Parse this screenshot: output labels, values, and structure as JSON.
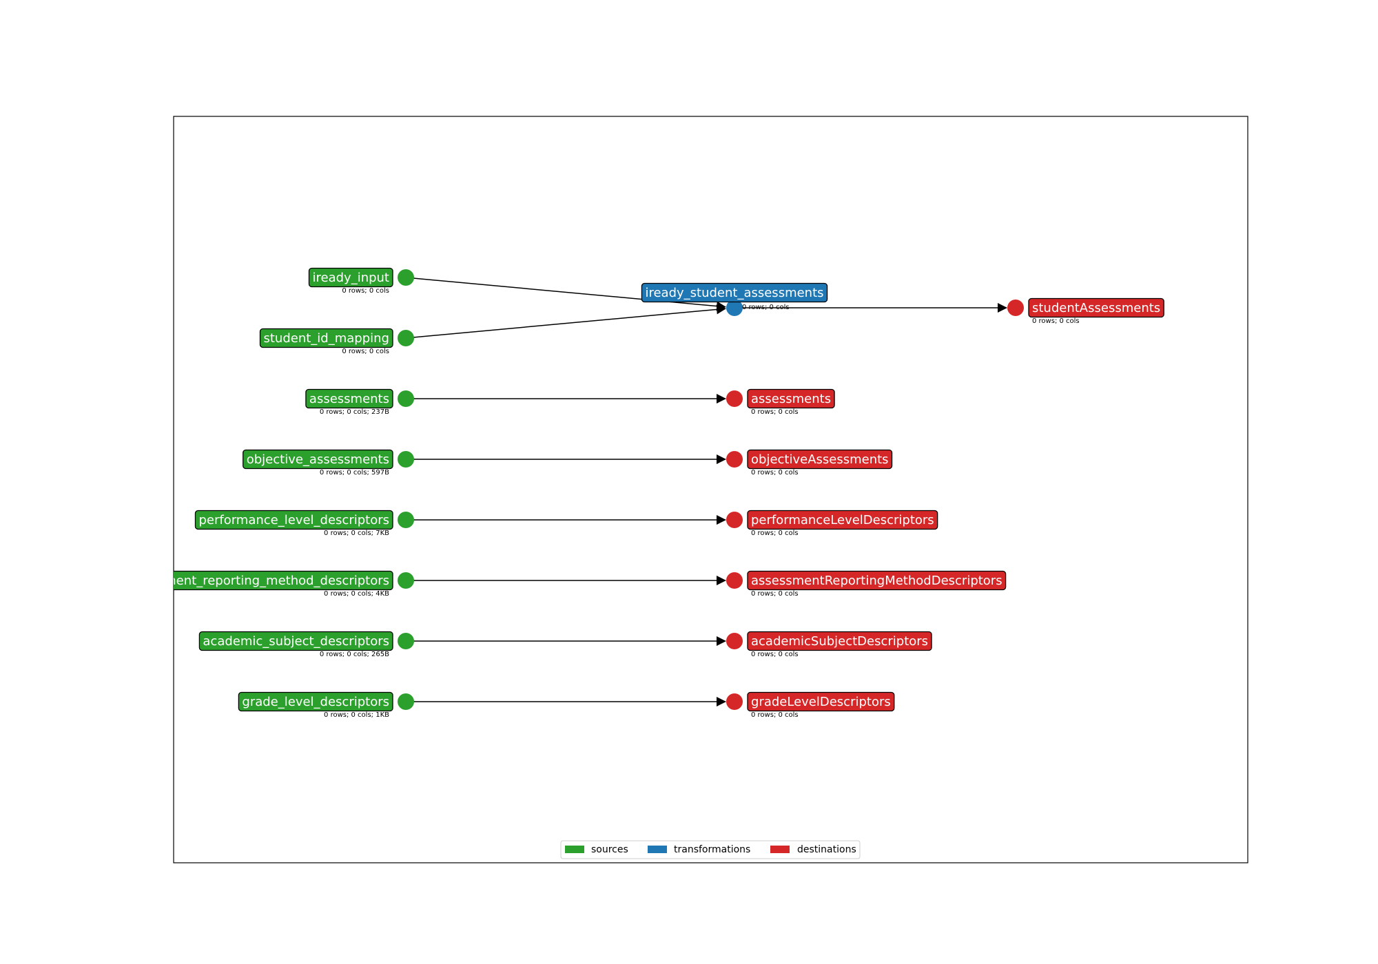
{
  "colors": {
    "source": "#2ca02c",
    "transformation": "#1f77b4",
    "destination": "#d62728",
    "edge": "#000000"
  },
  "nodes": {
    "src_iready_input": {
      "type": "source",
      "label": "iready_input",
      "meta": "0 rows; 0 cols"
    },
    "src_student_id_mapping": {
      "type": "source",
      "label": "student_id_mapping",
      "meta": "0 rows; 0 cols"
    },
    "src_assessments": {
      "type": "source",
      "label": "assessments",
      "meta": "0 rows; 0 cols; 237B"
    },
    "src_objective_assessments": {
      "type": "source",
      "label": "objective_assessments",
      "meta": "0 rows; 0 cols; 597B"
    },
    "src_performance_level_descriptors": {
      "type": "source",
      "label": "performance_level_descriptors",
      "meta": "0 rows; 0 cols; 7KB"
    },
    "src_assessment_reporting_method_descriptors": {
      "type": "source",
      "label": "sment_reporting_method_descriptors",
      "meta": "0 rows; 0 cols; 4KB"
    },
    "src_academic_subject_descriptors": {
      "type": "source",
      "label": "academic_subject_descriptors",
      "meta": "0 rows; 0 cols; 265B"
    },
    "src_grade_level_descriptors": {
      "type": "source",
      "label": "grade_level_descriptors",
      "meta": "0 rows; 0 cols; 1KB"
    },
    "tr_iready_student_assessments": {
      "type": "transformation",
      "label": "iready_student_assessments",
      "meta": "0 rows; 0 cols"
    },
    "dst_studentAssessments": {
      "type": "destination",
      "label": "studentAssessments",
      "meta": "0 rows; 0 cols"
    },
    "dst_assessments": {
      "type": "destination",
      "label": "assessments",
      "meta": "0 rows; 0 cols"
    },
    "dst_objectiveAssessments": {
      "type": "destination",
      "label": "objectiveAssessments",
      "meta": "0 rows; 0 cols"
    },
    "dst_performanceLevelDescriptors": {
      "type": "destination",
      "label": "performanceLevelDescriptors",
      "meta": "0 rows; 0 cols"
    },
    "dst_assessmentReportingMethodDescriptors": {
      "type": "destination",
      "label": "assessmentReportingMethodDescriptors",
      "meta": "0 rows; 0 cols"
    },
    "dst_academicSubjectDescriptors": {
      "type": "destination",
      "label": "academicSubjectDescriptors",
      "meta": "0 rows; 0 cols"
    },
    "dst_gradeLevelDescriptors": {
      "type": "destination",
      "label": "gradeLevelDescriptors",
      "meta": "0 rows; 0 cols"
    }
  },
  "edges": [
    {
      "from": "src_iready_input",
      "to": "tr_iready_student_assessments"
    },
    {
      "from": "src_student_id_mapping",
      "to": "tr_iready_student_assessments"
    },
    {
      "from": "tr_iready_student_assessments",
      "to": "dst_studentAssessments"
    },
    {
      "from": "src_assessments",
      "to": "dst_assessments"
    },
    {
      "from": "src_objective_assessments",
      "to": "dst_objectiveAssessments"
    },
    {
      "from": "src_performance_level_descriptors",
      "to": "dst_performanceLevelDescriptors"
    },
    {
      "from": "src_assessment_reporting_method_descriptors",
      "to": "dst_assessmentReportingMethodDescriptors"
    },
    {
      "from": "src_academic_subject_descriptors",
      "to": "dst_academicSubjectDescriptors"
    },
    {
      "from": "src_grade_level_descriptors",
      "to": "dst_gradeLevelDescriptors"
    }
  ],
  "legend": {
    "sources": "sources",
    "transformations": "transformations",
    "destinations": "destinations"
  }
}
